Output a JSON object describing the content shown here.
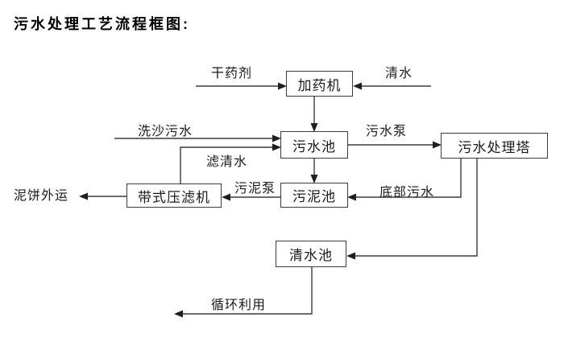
{
  "page": {
    "title": "污水处理工艺流程框图:"
  },
  "diagram": {
    "nodes": [
      {
        "id": "dosing-machine",
        "label": "加药机"
      },
      {
        "id": "sewage-pool",
        "label": "污水池"
      },
      {
        "id": "treatment-tower",
        "label": "污水处理塔"
      },
      {
        "id": "belt-filter-press",
        "label": "带式压滤机"
      },
      {
        "id": "sludge-pool",
        "label": "污泥池"
      },
      {
        "id": "clean-water-pool",
        "label": "清水池"
      }
    ],
    "edge_labels": [
      {
        "id": "dry-chemical",
        "label": "干药剂"
      },
      {
        "id": "clean-water-in",
        "label": "清水"
      },
      {
        "id": "sand-washing-sewage",
        "label": "洗沙污水"
      },
      {
        "id": "sewage-pump",
        "label": "污水泵"
      },
      {
        "id": "filtered-water",
        "label": "滤清水"
      },
      {
        "id": "bottom-sewage",
        "label": "底部污水"
      },
      {
        "id": "sludge-pump",
        "label": "污泥泵"
      },
      {
        "id": "mud-cake-out",
        "label": "泥饼外运"
      },
      {
        "id": "recycle-reuse",
        "label": "循环利用"
      }
    ],
    "colors": {
      "line": "#3b3b3b",
      "text": "#1a1a1a",
      "background": "#ffffff"
    }
  }
}
